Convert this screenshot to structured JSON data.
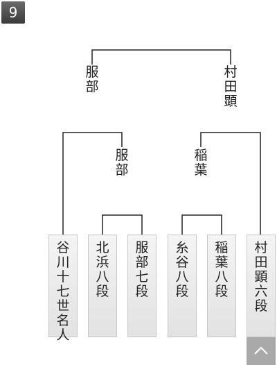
{
  "round_badge": "9",
  "final": {
    "left_label": "服部",
    "right_label": "村田顕"
  },
  "semifinal": {
    "left_label": "服部",
    "right_label": "稲葉"
  },
  "players": [
    {
      "name": "谷川十七世名人"
    },
    {
      "name": "北浜八段"
    },
    {
      "name": "服部七段"
    },
    {
      "name": "糸谷八段"
    },
    {
      "name": "稲葉八段"
    },
    {
      "name": "村田顕六段"
    }
  ],
  "colors": {
    "line": "#222222",
    "card_top": "#f4f4f4",
    "card_bottom": "#e2e2e2",
    "scroll_button": "#a9a9a9"
  },
  "icons": {
    "scroll_top": "chevron-up-icon"
  }
}
